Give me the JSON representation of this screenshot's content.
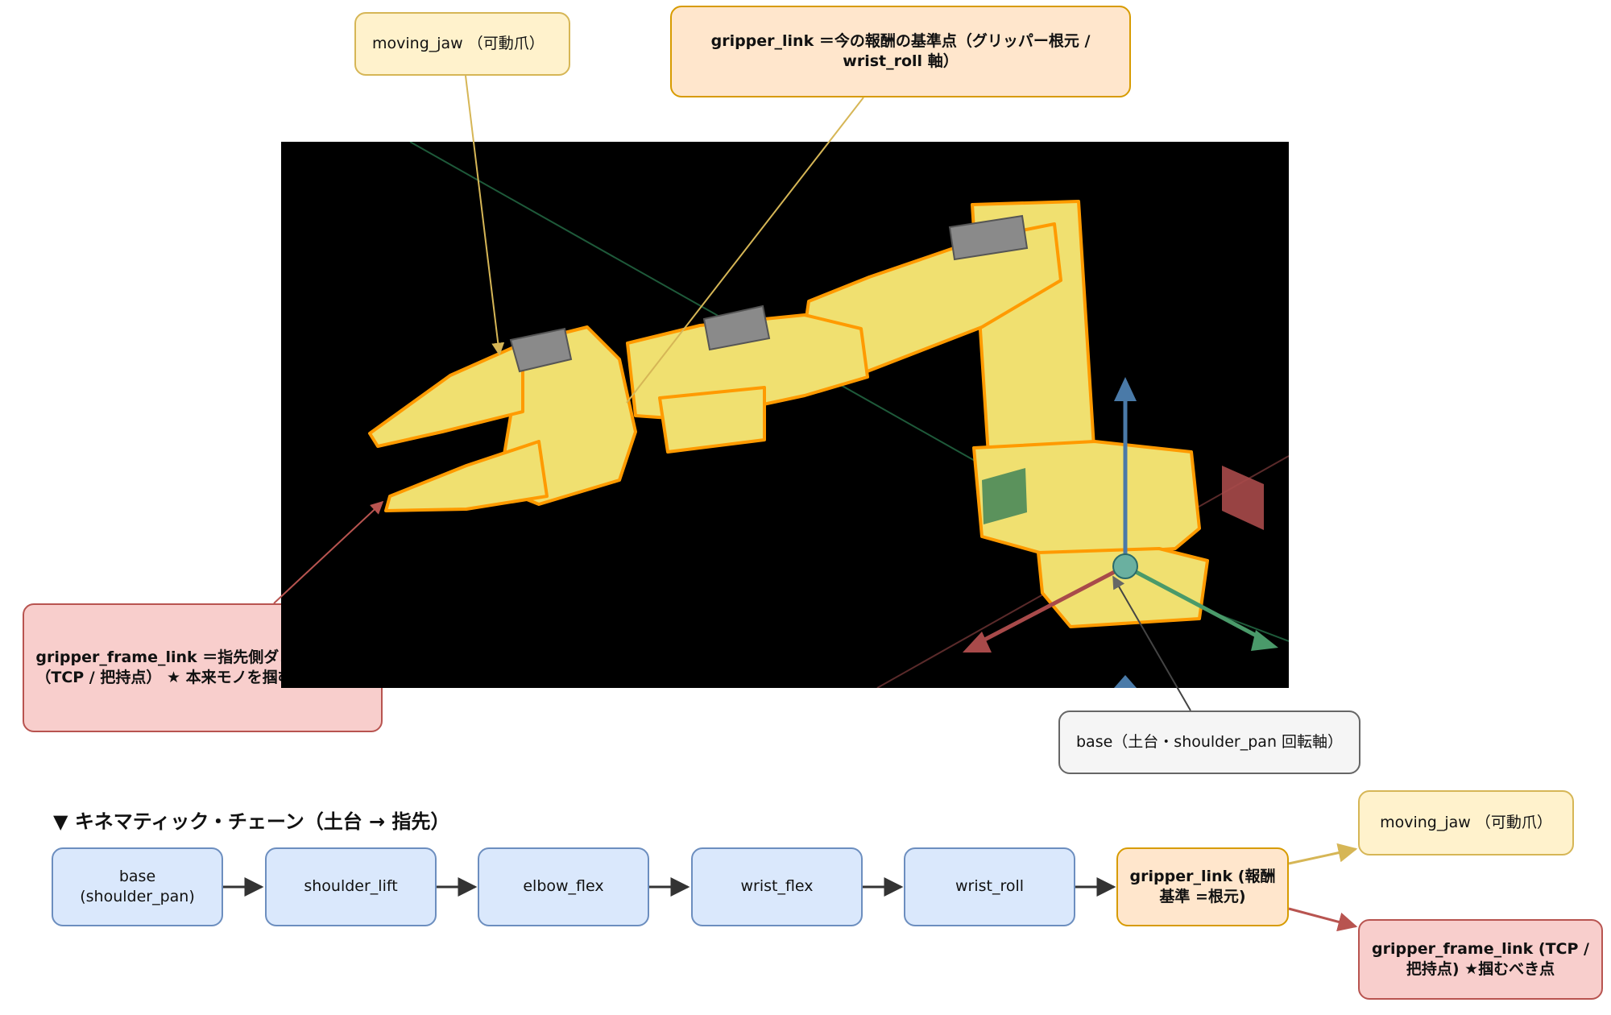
{
  "callouts": {
    "moving_jaw": "moving_jaw （可動爪）",
    "gripper_link": "gripper_link ＝今の報酬の基準点（グリッパー根元 / wrist_roll 軸）",
    "gripper_frame_link": "gripper_frame_link ＝指先側ダミーフレーム（TCP / 把持点） ★ 本来モノを掴むのはこの点",
    "base": "base（土台・shoulder_pan 回転軸）"
  },
  "chain": {
    "title": "▼ キネマティック・チェーン（土台 → 指先）",
    "nodes": [
      "base (shoulder_pan)",
      "shoulder_lift",
      "elbow_flex",
      "wrist_flex",
      "wrist_roll",
      "gripper_link (報酬基準 =根元)"
    ],
    "branches": [
      "moving_jaw （可動爪）",
      "gripper_frame_link (TCP / 把持点) ★掴むべき点"
    ]
  },
  "colors": {
    "yellow_fill": "#fff2cc",
    "yellow_stroke": "#d6b656",
    "orange_fill": "#ffe6cc",
    "orange_stroke": "#d79b00",
    "red_fill": "#f8cecc",
    "red_stroke": "#b85450",
    "grey_fill": "#f5f5f5",
    "grey_stroke": "#666666",
    "blue_fill": "#dae8fc",
    "blue_stroke": "#6c8ebf",
    "robot_body": "#f0e070",
    "robot_outline": "#ff9a00",
    "scene_bg": "#000000"
  }
}
